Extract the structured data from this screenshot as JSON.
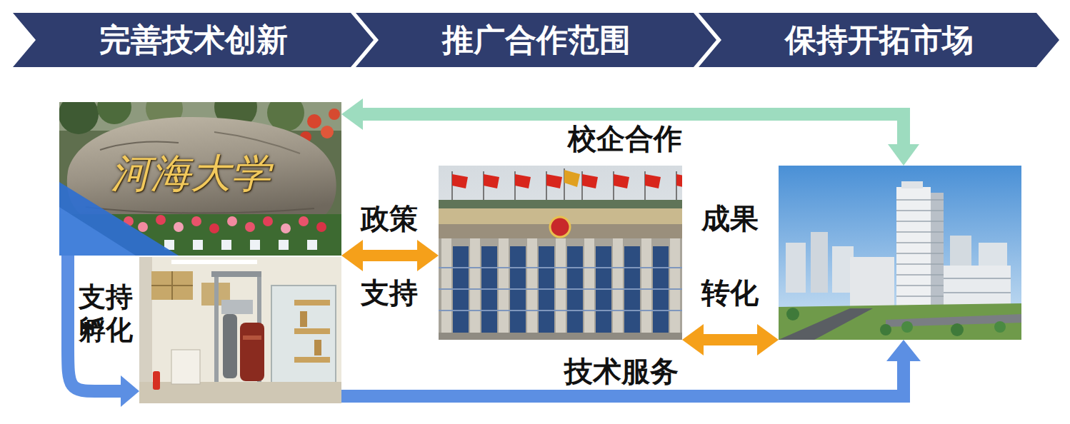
{
  "diagram": {
    "nodes": [
      {
        "text": [
          "完善技术创新"
        ]
      },
      {
        "text": [
          "推广合作范围"
        ]
      },
      {
        "text": [
          "保持开拓市场"
        ]
      },
      {
        "text": [
          "河海大学"
        ]
      },
      {
        "text": []
      },
      {
        "text": [
          "校企合作"
        ]
      },
      {
        "text": []
      }
    ],
    "edges": [
      {
        "from": 3,
        "to": 6,
        "arrow": "both"
      },
      {
        "from": 3,
        "to": 4,
        "label": "支持孵化",
        "arrow": "to"
      },
      {
        "from": 3,
        "to": 5,
        "label": "政策",
        "arrow": "both"
      },
      {
        "from": 5,
        "to": 6,
        "label": "成果",
        "arrow": "both"
      },
      {
        "from": 4,
        "to": 6,
        "label": "技术服务",
        "arrow": "to"
      }
    ],
    "labels": [
      "支持",
      "转化"
    ]
  }
}
